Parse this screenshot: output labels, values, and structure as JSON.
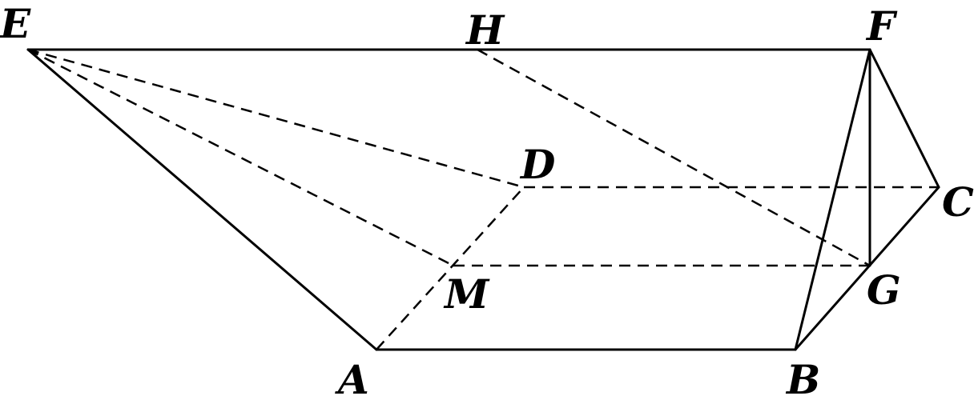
{
  "diagram": {
    "points": {
      "A": "A",
      "B": "B",
      "C": "C",
      "D": "D",
      "E": "E",
      "F": "F",
      "G": "G",
      "H": "H",
      "M": "M"
    }
  }
}
